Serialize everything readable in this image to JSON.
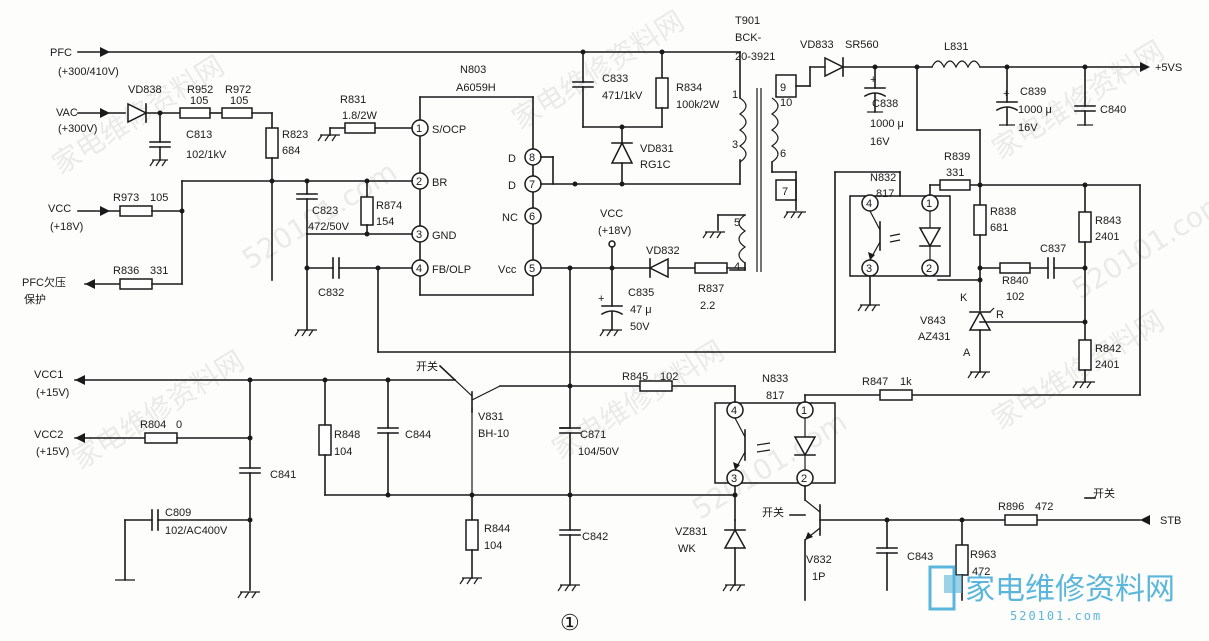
{
  "labels": {
    "pfc": "PFC",
    "pfc_v": "(+300/410V)",
    "vac": "VAC",
    "vac_v": "(+300V)",
    "vcc": "VCC",
    "vcc_v": "(+18V)",
    "pfc_prot_1": "PFC欠压",
    "pfc_prot_2": "保护",
    "vcc1": "VCC1",
    "vcc1_v": "(+15V)",
    "vcc2": "VCC2",
    "vcc2_v": "(+15V)",
    "out5v": "+5VS",
    "stb": "STB",
    "switch": "开关",
    "vcc_mid": "VCC",
    "vcc_mid_v": "(+18V)",
    "fig_no": "①"
  },
  "components": {
    "vd838": "VD838",
    "r952": "R952",
    "r952_v": "105",
    "r972": "R972",
    "r972_v": "105",
    "c813": "C813",
    "c813_v": "102/1kV",
    "r823": "R823",
    "r823_v": "684",
    "r831": "R831",
    "r831_v": "1.8/2W",
    "r973": "R973",
    "r973_v": "105",
    "c823": "C823",
    "c823_v": "472/50V",
    "r874": "R874",
    "r874_v": "154",
    "r836": "R836",
    "r836_v": "331",
    "c832": "C832",
    "n803": "N803",
    "n803_v": "A6059H",
    "c833": "C833",
    "c833_v": "471/1kV",
    "r834": "R834",
    "r834_v": "100k/2W",
    "vd831": "VD831",
    "vd831_v": "RG1C",
    "vd832": "VD832",
    "r837": "R837",
    "r837_v": "2.2",
    "c835": "C835",
    "c835_v1": "47 μ",
    "c835_v2": "50V",
    "t901": "T901",
    "t901_v1": "BCK-",
    "t901_v2": "20-3921",
    "vd833": "VD833",
    "vd833_v": "SR560",
    "l831": "L831",
    "c838": "C838",
    "c838_v1": "1000 μ",
    "c838_v2": "16V",
    "c839": "C839",
    "c839_v1": "1000 μ",
    "c839_v2": "16V",
    "c840": "C840",
    "n832": "N832",
    "n832_v": "817",
    "r839": "R839",
    "r839_v": "331",
    "r838": "R838",
    "r838_v": "681",
    "r843": "R843",
    "r843_v": "2401",
    "c837": "C837",
    "r840": "R840",
    "r840_v": "102",
    "v843": "V843",
    "v843_v": "AZ431",
    "r842": "R842",
    "r842_v": "2401",
    "v831": "V831",
    "v831_v": "BH-10",
    "r845": "R845",
    "r845_v": "102",
    "n833": "N833",
    "n833_v": "817",
    "r847": "R847",
    "r847_v": "1k",
    "r804": "R804",
    "r804_v": "0",
    "r848": "R848",
    "r848_v": "104",
    "c844": "C844",
    "c871": "C871",
    "c871_v": "104/50V",
    "c841": "C841",
    "c809": "C809",
    "c809_v": "102/AC400V",
    "r844": "R844",
    "r844_v": "104",
    "c842": "C842",
    "vz831": "VZ831",
    "vz831_v": "WK",
    "v832": "V832",
    "v832_v": "1P",
    "c843": "C843",
    "r963": "R963",
    "r963_v": "472",
    "r896": "R896",
    "r896_v": "472"
  },
  "pins": {
    "p1": "1",
    "p2": "2",
    "p3": "3",
    "p4": "4",
    "p5": "5",
    "p6": "6",
    "p7": "7",
    "p8": "8",
    "s_ocp": "S/OCP",
    "br": "BR",
    "gnd": "GND",
    "fb_olp": "FB/OLP",
    "vcc": "Vcc",
    "d": "D",
    "nc": "NC",
    "t1": "1",
    "t3": "3",
    "t4": "4",
    "t5": "5",
    "t6": "6",
    "t7": "7",
    "t9": "9",
    "t10": "10",
    "k": "K",
    "r": "R",
    "a": "A",
    "plus": "+"
  },
  "watermark": {
    "text": "家电维修资料网",
    "url": "520101.com"
  },
  "logo": {
    "cn": "家电维修资料网",
    "url": "520101.com",
    "color": "#5bb6dc"
  }
}
